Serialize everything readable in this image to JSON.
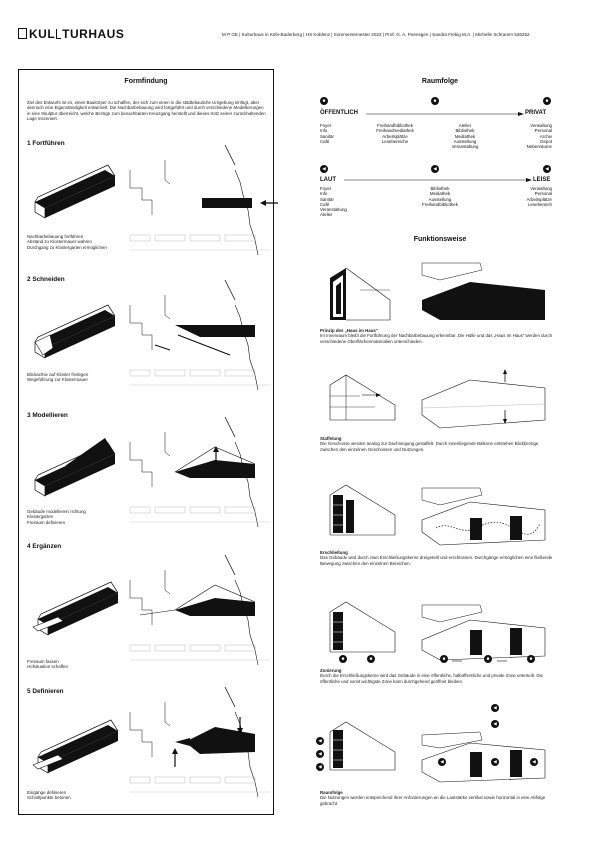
{
  "header": {
    "logo_prefix": "KUL",
    "logo_suffix": "TURHAUS",
    "meta": "M P GE | Kulturhaus in Köln-Baderberg | HS Koblenz | Sommersemester 2022 | Prof. G. A. Poensgen | Sandra Fiebig M.A. | Michelle Schramm 526252"
  },
  "formfindung": {
    "title": "Formfindung",
    "intro": "Ziel des Entwurfs ist es, einen Baukörper zu schaffen, der sich zum einen in die städtebauliche Umgebung einfügt, aber dennoch eine Eigenständigkeit entwickelt. Die Nachbarbebauung wird fortgeführt und durch verschiedene Modellierungen in eine Skulptur überreicht, welche Bezüge zum benachbarten Kreuzgang herstellt und dieses trotz seiner zurückhaltenden Lage inszeniert.",
    "steps": [
      {
        "title": "1 Fortführen",
        "desc": "Nachbarbebauung fortführen\nAbstand zu Klostermauer wahren\nDurchgang zu Klostergarten ermöglichen"
      },
      {
        "title": "2 Schneiden",
        "desc": "Blickachse auf Kloster freilegen\nWegeführung zur Klostermauer"
      },
      {
        "title": "3 Modellieren",
        "desc": "Gebäude modellieren richtung\nKlostergarten\nFreiraum definieren"
      },
      {
        "title": "4 Ergänzen",
        "desc": "Freiraum fassen\nHofsituation schaffen"
      },
      {
        "title": "5 Definieren",
        "desc": "Eingänge definieren\nSchnittpunkte betonen"
      }
    ]
  },
  "raumfolge": {
    "title": "Raumfolge",
    "left1": "ÖFFENTLICH",
    "right1": "PRIVAT",
    "row1": [
      "Foyer\nInfo\nSanitär\nCafé",
      "Freihandbibliothek\nFreihandmediathek\nArbeitsplätze\nLesebereiche",
      "Atelier\nBibliothek\nMediathek\nAusstellung\nVeranstaltung",
      "Verwaltung\nPersonal\nArchiv\nDepot\nNebenräume"
    ],
    "left2": "LAUT",
    "right2": "LEISE",
    "row2": [
      "Foyer\nInfo\nSanitär\nCafé\nVeranstaltung\nAtelier",
      "Bibliothek\nMediathek\nAusstellung\nFreihandbibliothek",
      "Verwaltung\nPersonal\nArbeitsplätze\nLesebereich"
    ]
  },
  "funktionsweise": {
    "title": "Funktionsweise",
    "items": [
      {
        "title": "Prinzip des „Haus im Haus“",
        "desc": "Im Innenraum bleibt die Fortführung der Nachbarbebauung erkennbar. Die Hülle und das „Haus im Haus“ werden durch verschiedene Oberflächenmaterialien unterschieden."
      },
      {
        "title": "Staffelung",
        "desc": "Die Geschosse werden analog zur Dachneigung gestaffelt. Durch innenliegende Balkone entstehen Blickbezüge zwischen den einzelnen Geschossen und Nutzungen."
      },
      {
        "title": "Erschließung",
        "desc": "Das Gebäude wird durch zwei Erschließungskerne dreigeteilt und erschlossen. Durchgänge ermöglichen eine fließende Bewegung zwischen den einzelnen Bereichen."
      },
      {
        "title": "Zonierung",
        "desc": "Durch die Erschließungskerne wird das Gebäude in eine öffentliche, halböffentliche und private Zone unterteilt. Die öffentliche und somit wichtigste Zone kann durchgehend geöffnet bleiben."
      },
      {
        "title": "Raumfolge",
        "desc": "Die Nutzungen werden entsprechend ihrer Anforderungen an die Lautstärke vertikal sowie horizontal in eine Abfolge gebracht."
      }
    ]
  },
  "icons": {
    "lock": "lock-icon",
    "speaker": "speaker-icon"
  }
}
